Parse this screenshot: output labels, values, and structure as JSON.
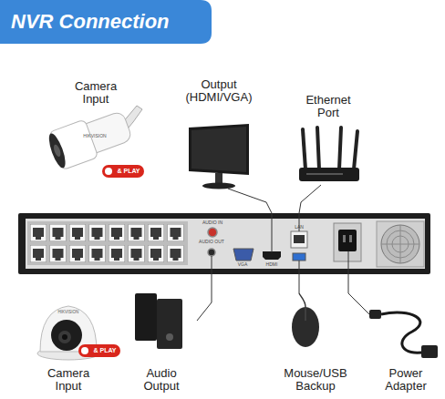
{
  "diagram": {
    "title": "NVR Connection",
    "nodes": [
      {
        "text": [
          "Camera Input"
        ]
      },
      {
        "text": [
          "Output (HDMI/VGA)"
        ]
      },
      {
        "text": [
          "Ethernet Port"
        ]
      },
      {
        "text": [
          "AUDIO IN",
          "AUDIO OUT",
          "VGA",
          "HDMI",
          "LAN"
        ]
      },
      {
        "text": [
          "Camera Input"
        ]
      },
      {
        "text": [
          "Audio Output"
        ]
      },
      {
        "text": [
          "Mouse/USB Backup"
        ]
      },
      {
        "text": [
          "Power Adapter"
        ]
      }
    ],
    "edges": [
      {
        "from": 1,
        "to": 3,
        "arrow": "none"
      },
      {
        "from": 2,
        "to": 3,
        "arrow": "none"
      },
      {
        "from": 5,
        "to": 3,
        "arrow": "none"
      },
      {
        "from": 6,
        "to": 3,
        "arrow": "none"
      },
      {
        "from": 7,
        "to": 3,
        "arrow": "none"
      }
    ],
    "labels": [
      "HIKVISION",
      "& PLAY",
      "HIKVISION",
      "& PLAY"
    ]
  }
}
